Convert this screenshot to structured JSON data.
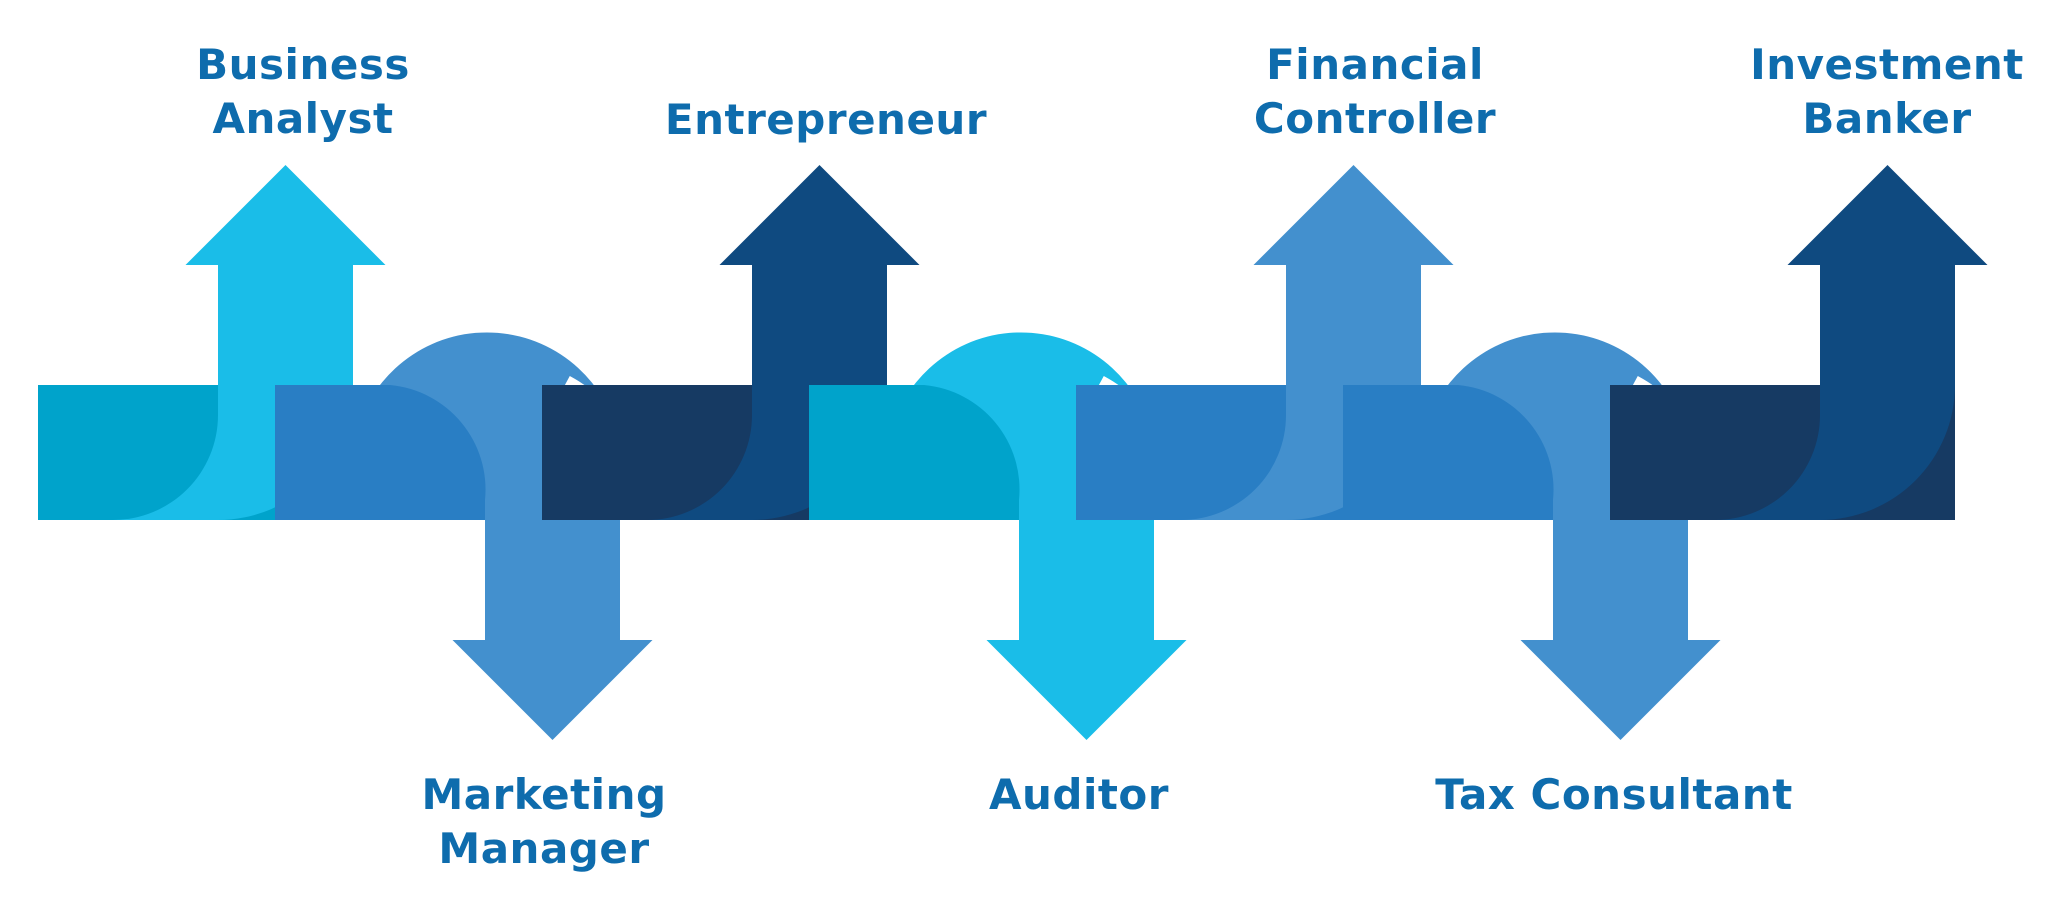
{
  "careers": [
    {
      "name": [
        "Business",
        "Analyst"
      ],
      "direction": "up",
      "colors": {
        "band": "#00a3cb",
        "arrow": "#1abde8",
        "band_text": ""
      }
    },
    {
      "name": [
        "Marketing",
        "Manager"
      ],
      "direction": "down",
      "colors": {
        "band": "#297ec4",
        "arrow": "#4390ce"
      }
    },
    {
      "name": [
        "Entrepreneur"
      ],
      "direction": "up",
      "colors": {
        "band": "#163a63",
        "arrow": "#0f4a80"
      }
    },
    {
      "name": [
        "Auditor"
      ],
      "direction": "down",
      "colors": {
        "band": "#00a3cb",
        "arrow": "#1abde8"
      }
    },
    {
      "name": [
        "Financial",
        "Controller"
      ],
      "direction": "up",
      "colors": {
        "band": "#297ec4",
        "arrow": "#4390ce"
      }
    },
    {
      "name": [
        "Tax Consultant"
      ],
      "direction": "down",
      "colors": {
        "band": "#297ec4",
        "arrow": "#4390ce"
      }
    },
    {
      "name": [
        "Investment",
        "Banker"
      ],
      "direction": "up",
      "colors": {
        "band": "#163a63",
        "arrow": "#0f4a80"
      }
    }
  ],
  "theme": {
    "text": "#0e6cad",
    "gap": "#ffffff"
  }
}
